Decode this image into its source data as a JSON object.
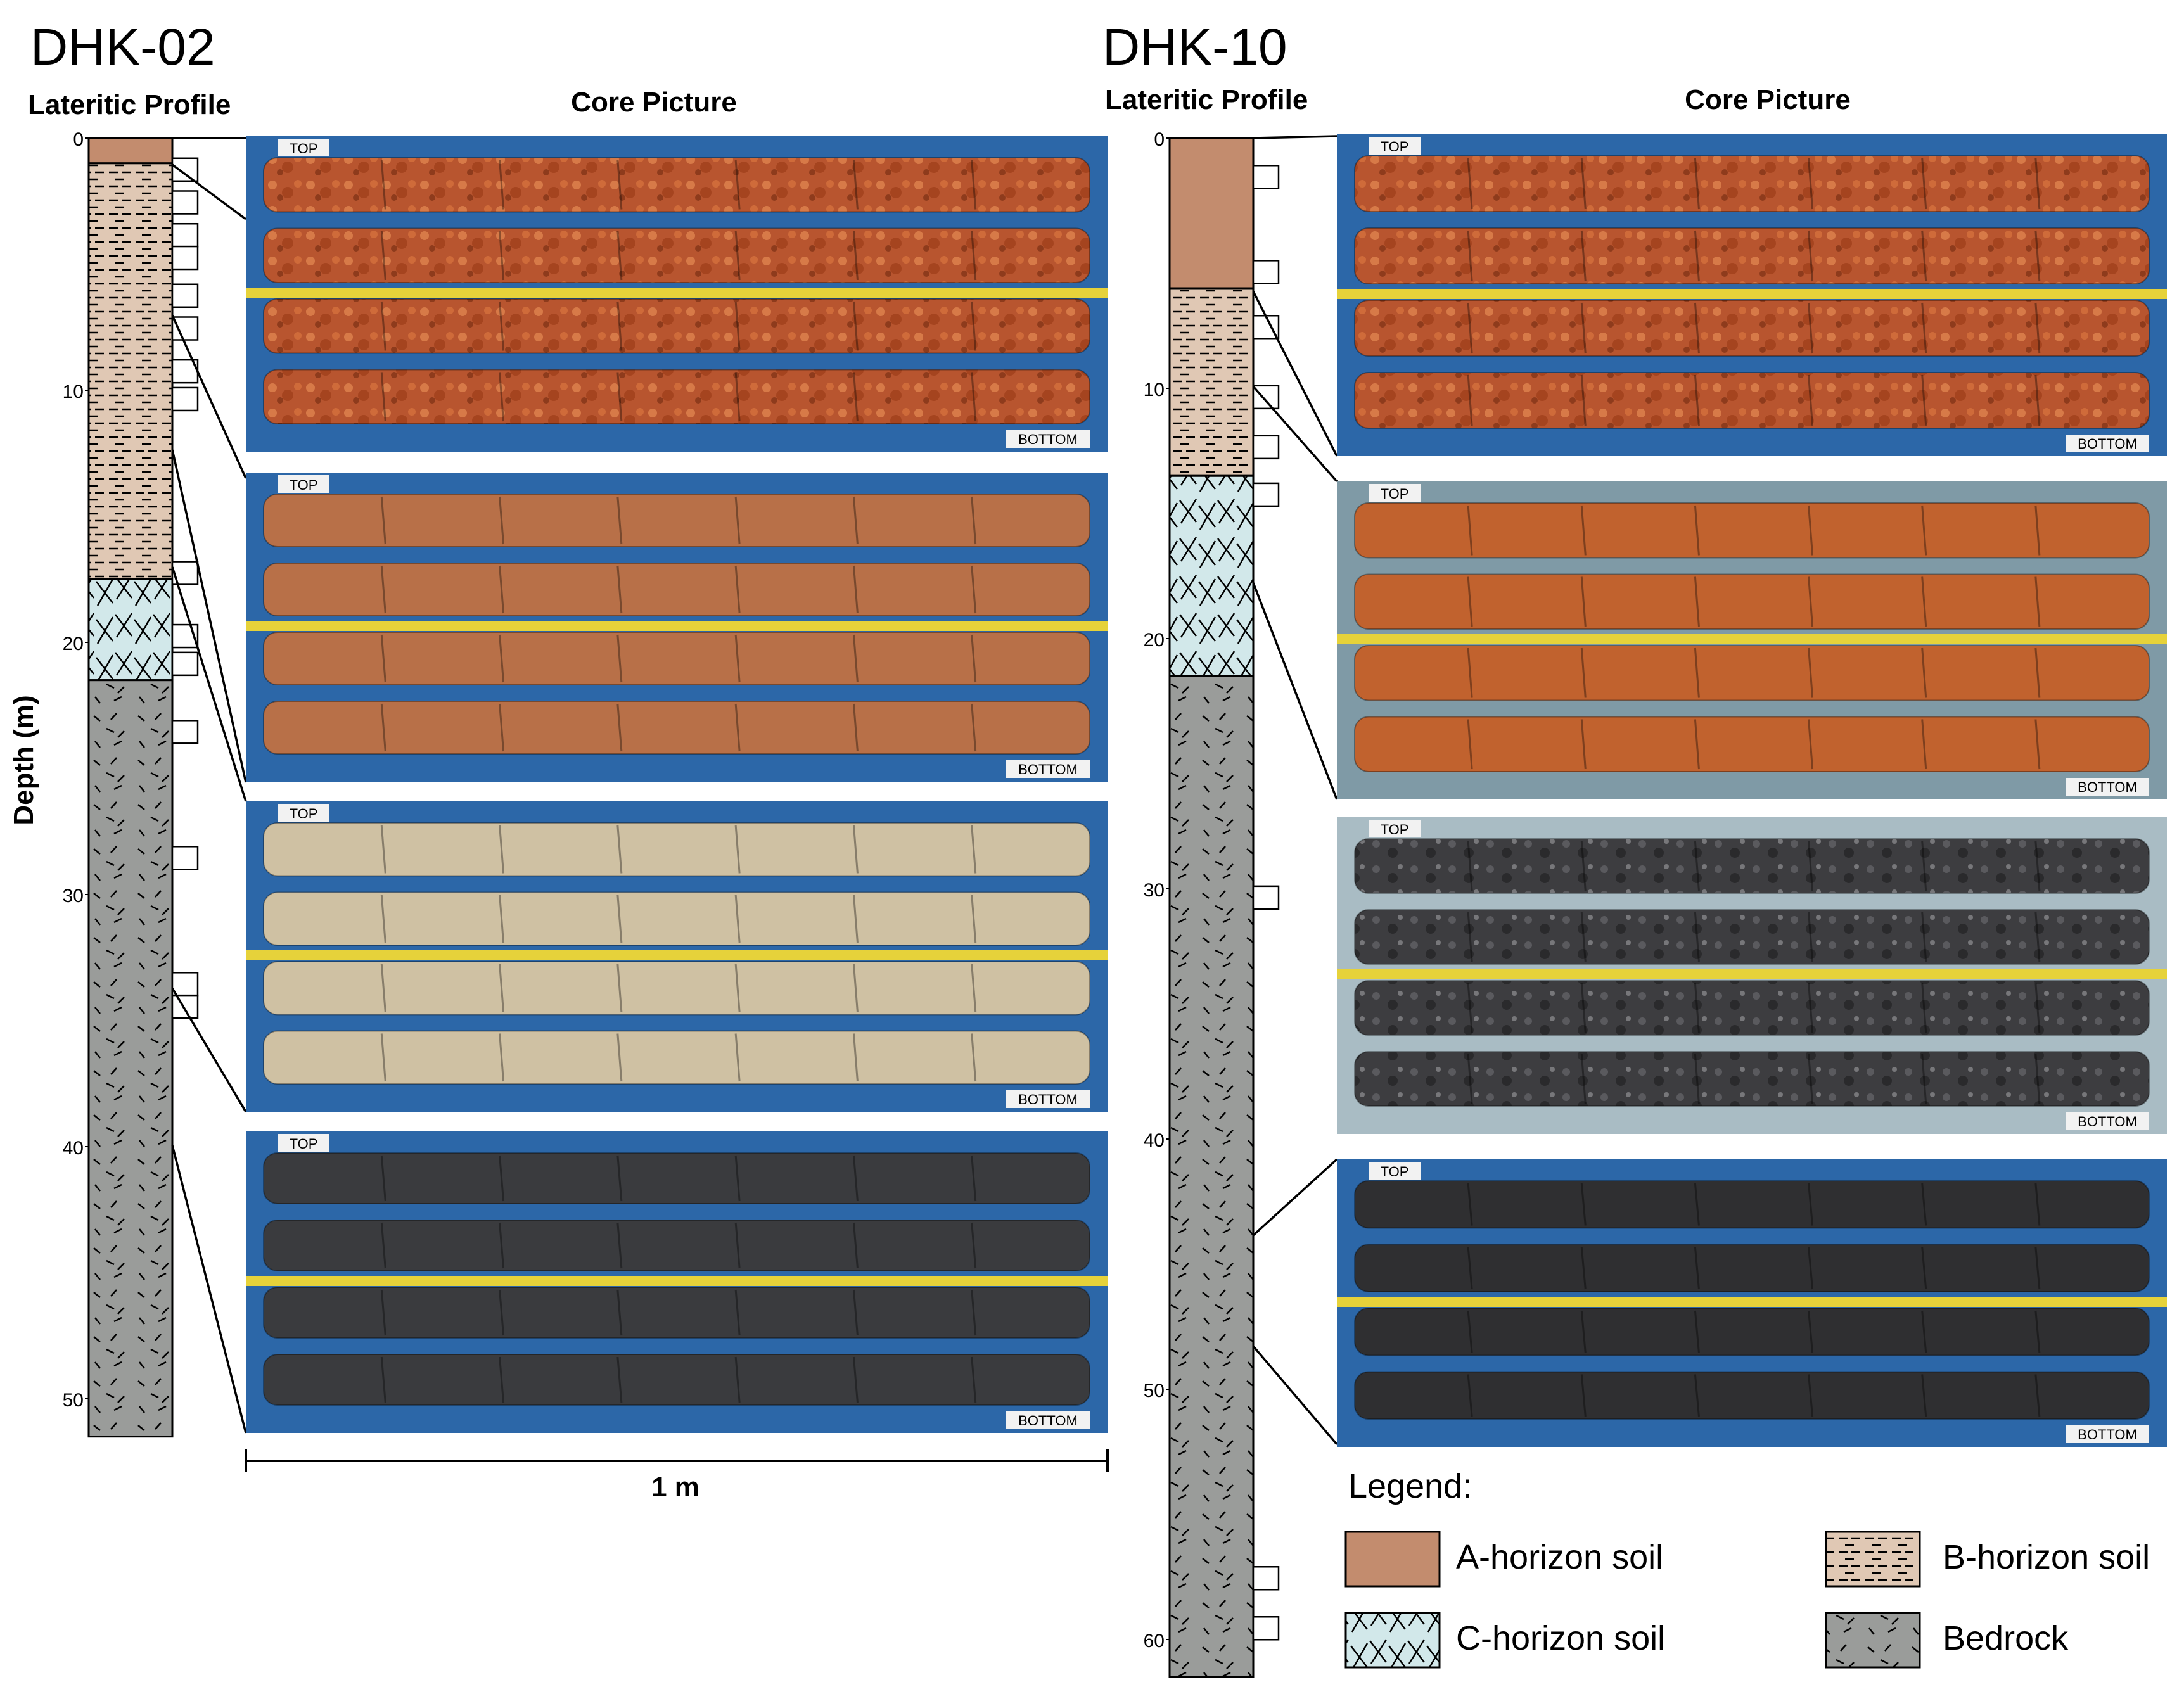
{
  "left": {
    "title": "DHK-02",
    "profile_label": "Lateritic Profile",
    "core_label": "Core Picture",
    "axis_label": "Depth (m)",
    "ticks": [
      "0",
      "10",
      "20",
      "30",
      "40",
      "50"
    ],
    "tick_values": [
      0,
      10,
      20,
      30,
      40,
      50
    ],
    "max_depth": 51.5,
    "layers": [
      {
        "type": "A",
        "from": 0,
        "to": 1
      },
      {
        "type": "B",
        "from": 1,
        "to": 17.5
      },
      {
        "type": "C",
        "from": 17.5,
        "to": 21.5
      },
      {
        "type": "R",
        "from": 21.5,
        "to": 51.5
      }
    ],
    "samples": [
      1.2,
      2.5,
      3.8,
      4.7,
      6.2,
      7.5,
      9.2,
      10.3,
      17.2,
      19.7,
      20.8,
      23.5,
      28.5,
      33.5,
      34.4
    ],
    "scale_label": "1 m"
  },
  "right": {
    "title": "DHK-10",
    "profile_label": "Lateritic Profile",
    "core_label": "Core Picture",
    "ticks": [
      "0",
      "10",
      "20",
      "30",
      "40",
      "50",
      "60"
    ],
    "tick_values": [
      0,
      10,
      20,
      30,
      40,
      50,
      60
    ],
    "max_depth": 61.5,
    "layers": [
      {
        "type": "A",
        "from": 0,
        "to": 6
      },
      {
        "type": "B",
        "from": 6,
        "to": 13.5
      },
      {
        "type": "C",
        "from": 13.5,
        "to": 21.5
      },
      {
        "type": "R",
        "from": 21.5,
        "to": 61.5
      }
    ],
    "samples": [
      1.5,
      5.3,
      7.5,
      10.3,
      12.3,
      14.2,
      30.3,
      57.5,
      59.5
    ]
  },
  "core_boxes": {
    "labels": {
      "top": "TOP",
      "bottom": "BOTTOM"
    }
  },
  "legend": {
    "title": "Legend:",
    "items": [
      "A-horizon soil",
      "B-horizon soil",
      "C-horizon soil",
      "Bedrock"
    ]
  },
  "colors": {
    "a_horizon": "#c38c6e",
    "b_horizon": "#e0c8b4",
    "c_horizon": "#d2e8ea",
    "bedrock": "#9a9c9a",
    "tray_blue": "#2c67a8",
    "tray_grey": "#8fa9b4",
    "tape_yellow": "#e6d23a"
  }
}
